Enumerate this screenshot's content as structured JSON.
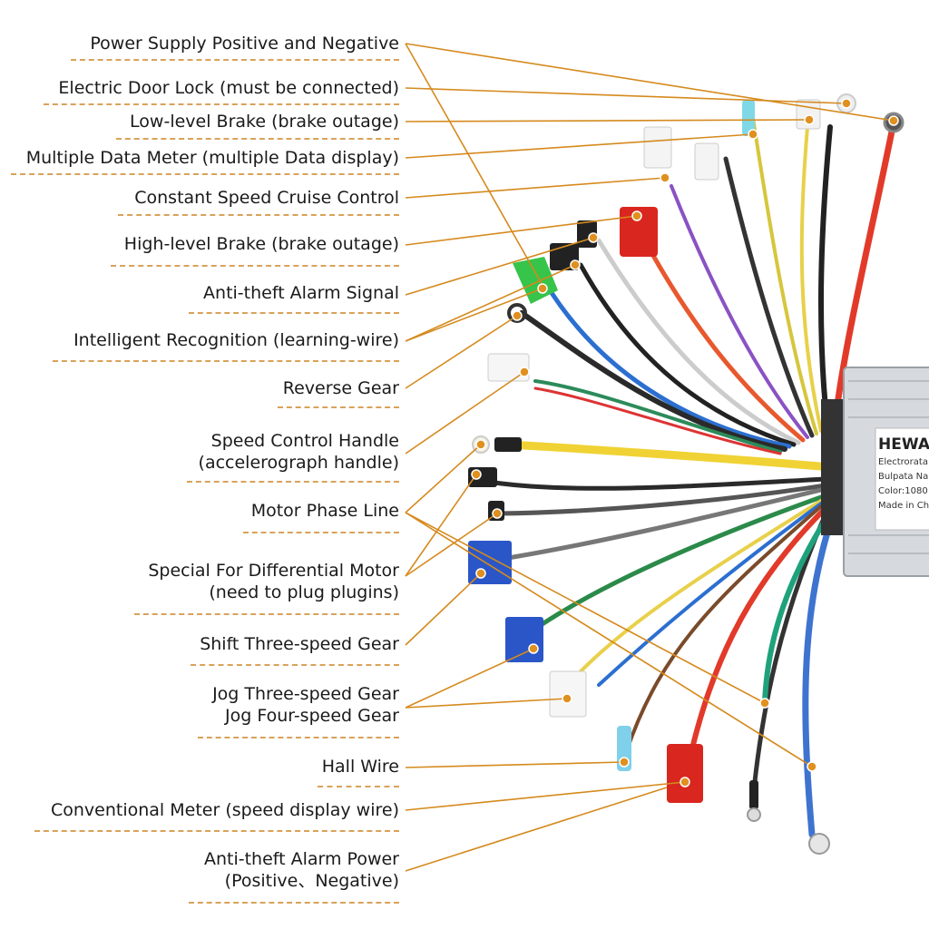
{
  "labels": [
    {
      "text": "Power Supply Positive and Negative"
    },
    {
      "text": "Electric Door Lock (must be connected)"
    },
    {
      "text": "Low-level Brake (brake outage)"
    },
    {
      "text": "Multiple Data Meter (multiple Data display)"
    },
    {
      "text": "Constant Speed Cruise Control"
    },
    {
      "text": "High-level Brake (brake outage)"
    },
    {
      "text": "Anti-theft Alarm Signal"
    },
    {
      "text": "Intelligent Recognition (learning-wire)"
    },
    {
      "text": "Reverse Gear"
    },
    {
      "line1": "Speed Control Handle",
      "line2": "(accelerograph handle)"
    },
    {
      "text": "Motor Phase Line"
    },
    {
      "line1": "Special For Differential Motor",
      "line2": "(need to plug plugins)"
    },
    {
      "text": "Shift Three-speed Gear"
    },
    {
      "line1": "Jog Three-speed Gear",
      "line2": "Jog Four-speed Gear"
    },
    {
      "text": "Hall Wire"
    },
    {
      "text": "Conventional Meter (speed display wire)"
    },
    {
      "line1": "Anti-theft Alarm Power",
      "line2": "(Positive、Negative)"
    }
  ],
  "controller_plate": {
    "brand": "HEWA",
    "line1": "Electroratа",
    "line2": "Bulpata Na",
    "line3": "Color:1080",
    "line4": "Made in Ch"
  },
  "colors": {
    "leader_line": "#d58a1e",
    "dot": "#e0901f",
    "underline": "#d9a25a",
    "controller": "#d6d9dd"
  }
}
